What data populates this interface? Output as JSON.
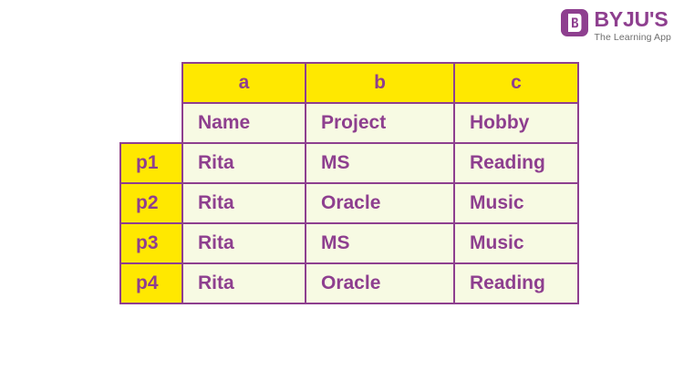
{
  "brand": {
    "mark_icon": "byjus-b-logo-icon",
    "wordmark": "BYJU'S",
    "tagline": "The Learning App"
  },
  "colors": {
    "accent_purple": "#8e3f8f",
    "header_yellow": "#ffe800",
    "cell_ivory": "#f7fae3",
    "page_background": "#ffffff",
    "tagline_gray": "#6f6f6f"
  },
  "table": {
    "column_headers": [
      "a",
      "b",
      "c"
    ],
    "attribute_row": [
      "Name",
      "Project",
      "Hobby"
    ],
    "row_headers": [
      "p1",
      "p2",
      "p3",
      "p4"
    ],
    "rows": [
      [
        "Rita",
        "MS",
        "Reading"
      ],
      [
        "Rita",
        "Oracle",
        "Music"
      ],
      [
        "Rita",
        "MS",
        "Music"
      ],
      [
        "Rita",
        "Oracle",
        "Reading"
      ]
    ]
  }
}
